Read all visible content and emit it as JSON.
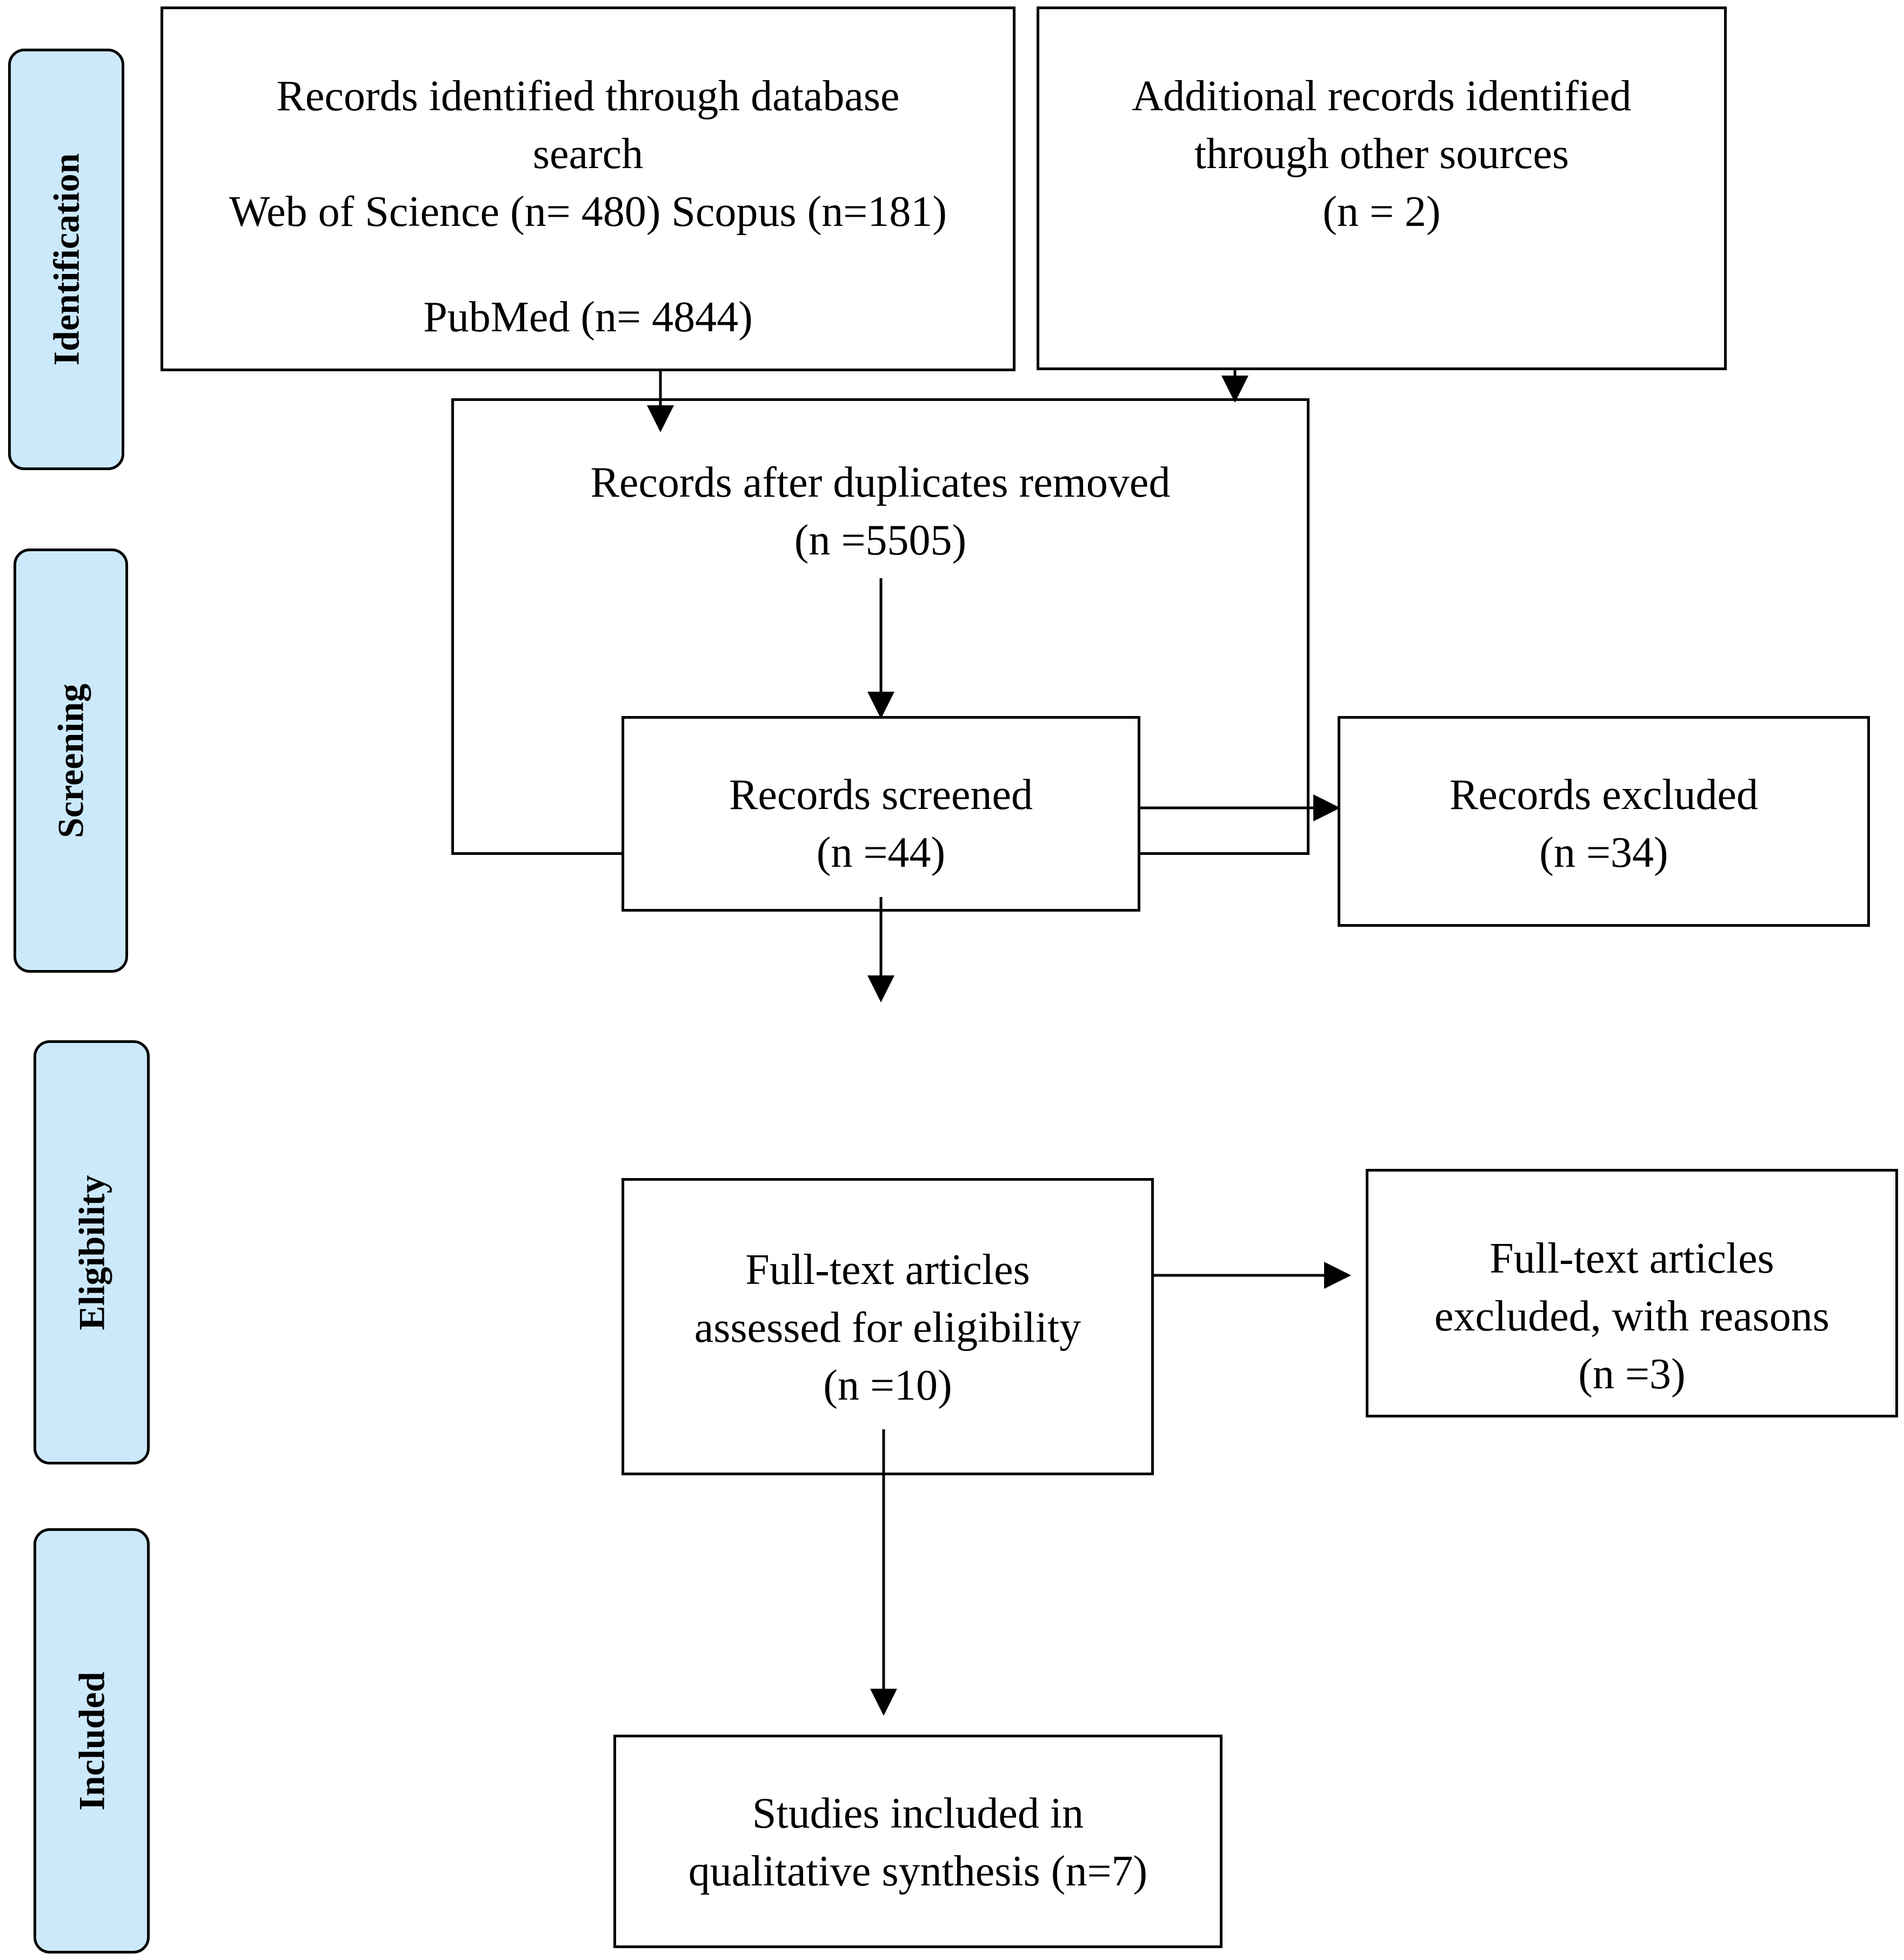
{
  "stages": {
    "identification": "Identification",
    "screening": "Screening",
    "eligibility": "Eligibility",
    "included": "Included"
  },
  "boxes": {
    "database_search": {
      "lines": [
        "Records identified through database",
        "search",
        "Web of Science (n= 480) Scopus (n=181)",
        "PubMed (n= 4844)"
      ]
    },
    "other_sources": {
      "lines": [
        "Additional records identified",
        "through other sources",
        "(n = 2)"
      ]
    },
    "after_duplicates": {
      "lines": [
        "Records after duplicates removed",
        "(n =5505)"
      ]
    },
    "screened": {
      "lines": [
        "Records screened",
        "(n =44)"
      ]
    },
    "excluded": {
      "lines": [
        "Records excluded",
        "(n =34)"
      ]
    },
    "fulltext_assessed": {
      "lines": [
        "Full-text articles",
        "assessed for eligibility",
        "(n =10)"
      ]
    },
    "fulltext_excluded": {
      "lines": [
        "Full-text articles",
        "excluded, with reasons",
        "(n =3)"
      ]
    },
    "included": {
      "lines": [
        "Studies included in",
        "qualitative synthesis (n=7)"
      ]
    }
  }
}
